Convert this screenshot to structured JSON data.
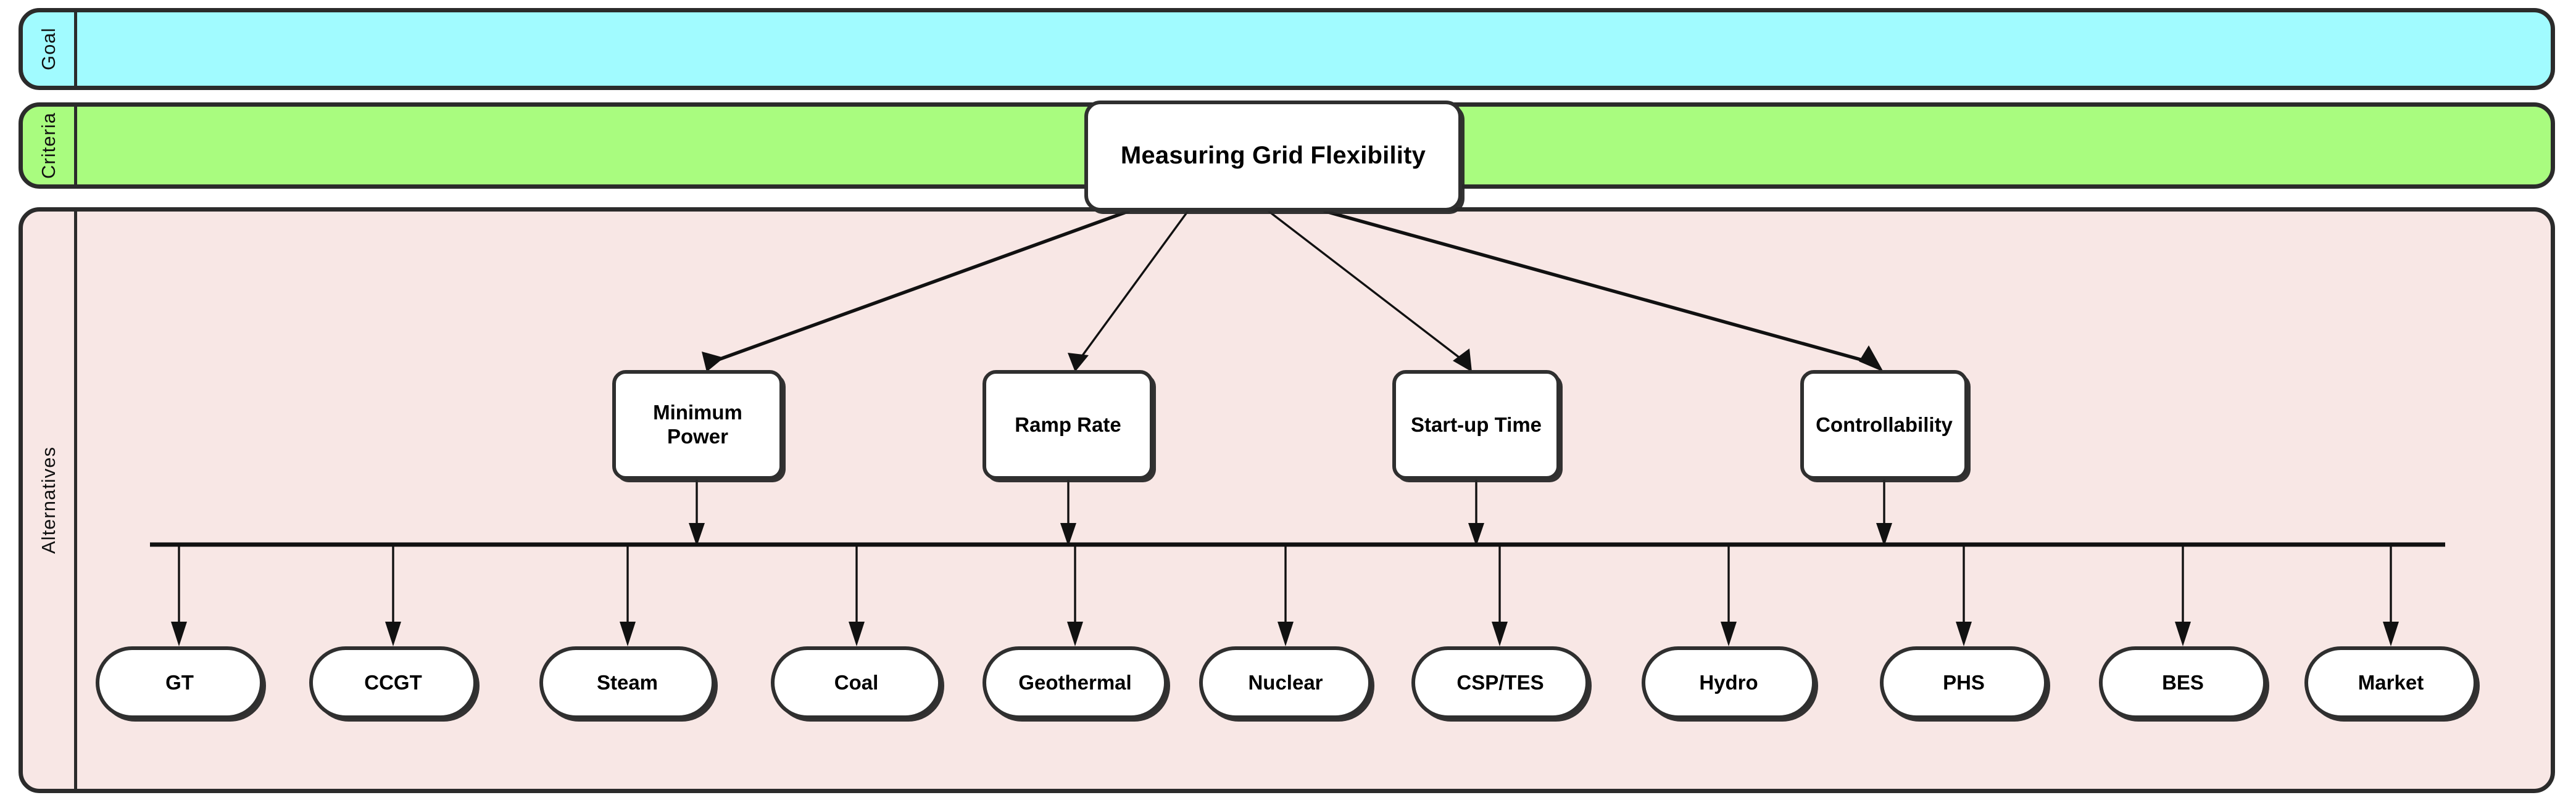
{
  "diagram": {
    "type": "ahp-hierarchy",
    "title": "Measuring Grid Flexibility",
    "levels": [
      {
        "key": "goal",
        "label": "Goal",
        "band_color": "#a1fbff",
        "nodes": [
          {
            "label": "Measuring Grid Flexibility"
          }
        ]
      },
      {
        "key": "criteria",
        "label": "Criteria",
        "band_color": "#a9fc7f",
        "nodes": [
          {
            "label": "Minimum Power"
          },
          {
            "label": "Ramp Rate"
          },
          {
            "label": "Start-up Time"
          },
          {
            "label": "Controllability"
          }
        ]
      },
      {
        "key": "alternatives",
        "label": "Alternatives",
        "band_color": "#f8e7e5",
        "nodes": [
          {
            "label": "GT"
          },
          {
            "label": "CCGT"
          },
          {
            "label": "Steam"
          },
          {
            "label": "Coal"
          },
          {
            "label": "Geothermal"
          },
          {
            "label": "Nuclear"
          },
          {
            "label": "CSP/TES"
          },
          {
            "label": "Hydro"
          },
          {
            "label": "PHS"
          },
          {
            "label": "BES"
          },
          {
            "label": "Market"
          }
        ]
      }
    ],
    "edges": {
      "goal_to_criteria": [
        "Minimum Power",
        "Ramp Rate",
        "Start-up Time",
        "Controllability"
      ],
      "criteria_to_bus": [
        "Minimum Power",
        "Ramp Rate",
        "Start-up Time",
        "Controllability"
      ],
      "bus_to_alternatives": [
        "GT",
        "CCGT",
        "Steam",
        "Coal",
        "Geothermal",
        "Nuclear",
        "CSP/TES",
        "Hydro",
        "PHS",
        "BES",
        "Market"
      ]
    },
    "colors": {
      "outline": "#2b2b2b",
      "node_fill": "#ffffff",
      "wire": "#111111"
    }
  }
}
